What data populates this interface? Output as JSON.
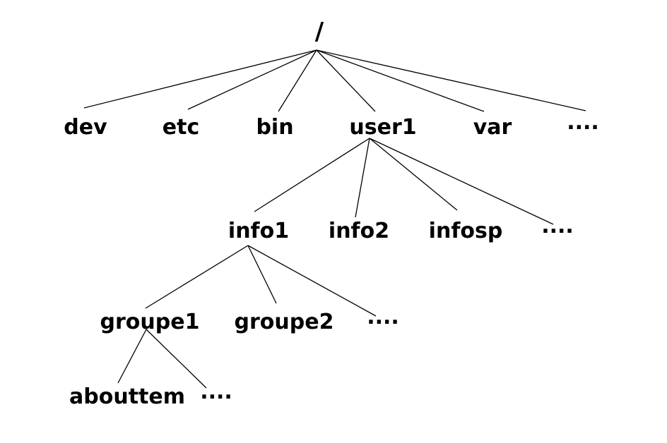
{
  "diagram": {
    "type": "tree",
    "description": "Filesystem directory hierarchy tree",
    "colors": {
      "background": "#ffffff",
      "text": "#000000",
      "line": "#000000"
    },
    "nodes": [
      {
        "id": "root",
        "label": "/",
        "level": 0,
        "parent": null
      },
      {
        "id": "dev",
        "label": "dev",
        "level": 1,
        "parent": "root"
      },
      {
        "id": "etc",
        "label": "etc",
        "level": 1,
        "parent": "root"
      },
      {
        "id": "bin",
        "label": "bin",
        "level": 1,
        "parent": "root"
      },
      {
        "id": "user1",
        "label": "user1",
        "level": 1,
        "parent": "root"
      },
      {
        "id": "var",
        "label": "var",
        "level": 1,
        "parent": "root"
      },
      {
        "id": "more1",
        "label": "....",
        "level": 1,
        "parent": "root"
      },
      {
        "id": "info1",
        "label": "info1",
        "level": 2,
        "parent": "user1"
      },
      {
        "id": "info2",
        "label": "info2",
        "level": 2,
        "parent": "user1"
      },
      {
        "id": "infosp",
        "label": "infosp",
        "level": 2,
        "parent": "user1"
      },
      {
        "id": "more2",
        "label": "....",
        "level": 2,
        "parent": "user1"
      },
      {
        "id": "groupe1",
        "label": "groupe1",
        "level": 3,
        "parent": "info1"
      },
      {
        "id": "groupe2",
        "label": "groupe2",
        "level": 3,
        "parent": "info1"
      },
      {
        "id": "more3",
        "label": "....",
        "level": 3,
        "parent": "info1"
      },
      {
        "id": "abouttem",
        "label": "abouttem",
        "level": 4,
        "parent": "groupe1"
      },
      {
        "id": "more4",
        "label": "....",
        "level": 4,
        "parent": "groupe1"
      }
    ]
  }
}
